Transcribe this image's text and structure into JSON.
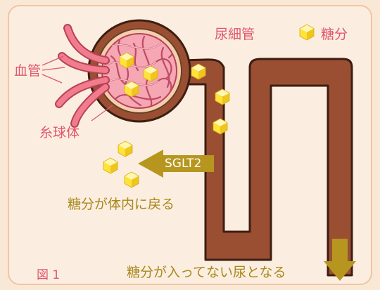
{
  "labels": {
    "tubule": "尿細管",
    "sugar": "糖分",
    "vessel": "血管",
    "glomerulus": "糸球体",
    "transporter": "SGLT2",
    "reabsorb": "糖分が体内に戻る",
    "figure": "図 1",
    "outflow": "糖分が入ってない尿となる"
  },
  "colors": {
    "background": "#f9e8d6",
    "frame": "#f2c4a3",
    "tubule_fill": "#9a4f33",
    "tubule_outline": "#3c1e12",
    "capsule_outline": "#5b3a22",
    "vessel": "#f07c8c",
    "vessel_outline": "#b8405a",
    "sugar_cube": "#ffe84d",
    "arrow": "#b6961e",
    "pink_text": "#e0566e",
    "gold_text": "#a8881c"
  },
  "icons": [
    "sugar-cube-icon",
    "left-arrow-icon",
    "down-arrow-icon"
  ]
}
